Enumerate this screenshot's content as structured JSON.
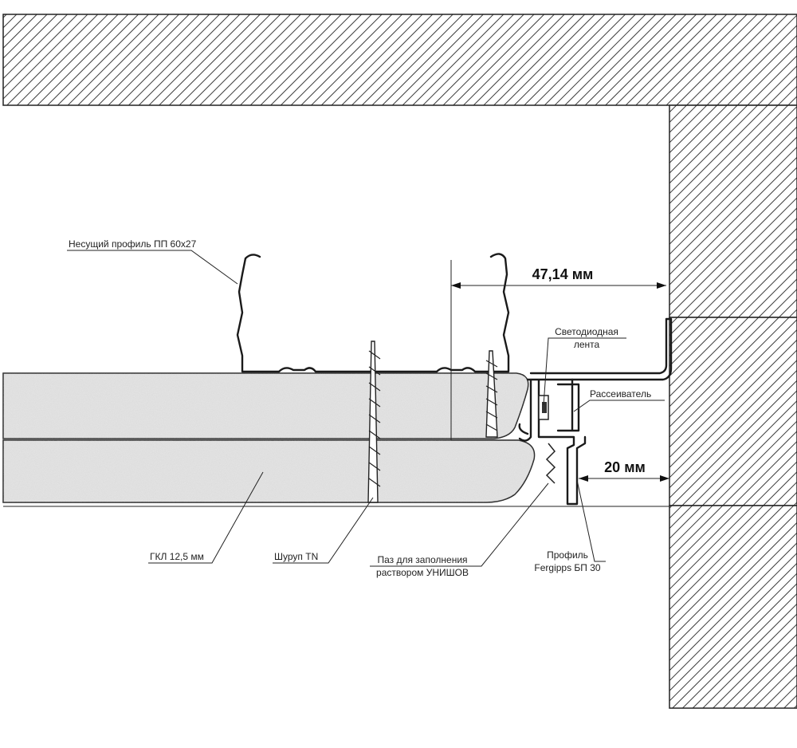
{
  "labels": {
    "load_profile": "Несущий профиль ПП 60x27",
    "led_strip_line1": "Светодиодная",
    "led_strip_line2": "лента",
    "diffuser": "Рассеиватель",
    "gkl": "ГКЛ 12,5 мм",
    "screw": "Шуруп TN",
    "groove_line1": "Паз для заполнения",
    "groove_line2": "раствором УНИШОВ",
    "fergipps_line1": "Профиль",
    "fergipps_line2": "Fergipps БП 30"
  },
  "dimensions": {
    "gap_top": "47,14 мм",
    "gap_bottom": "20 мм"
  },
  "colors": {
    "hatch": "#3a3a3a",
    "board_fill": "#e9e9e9",
    "line": "#1a1a1a"
  }
}
